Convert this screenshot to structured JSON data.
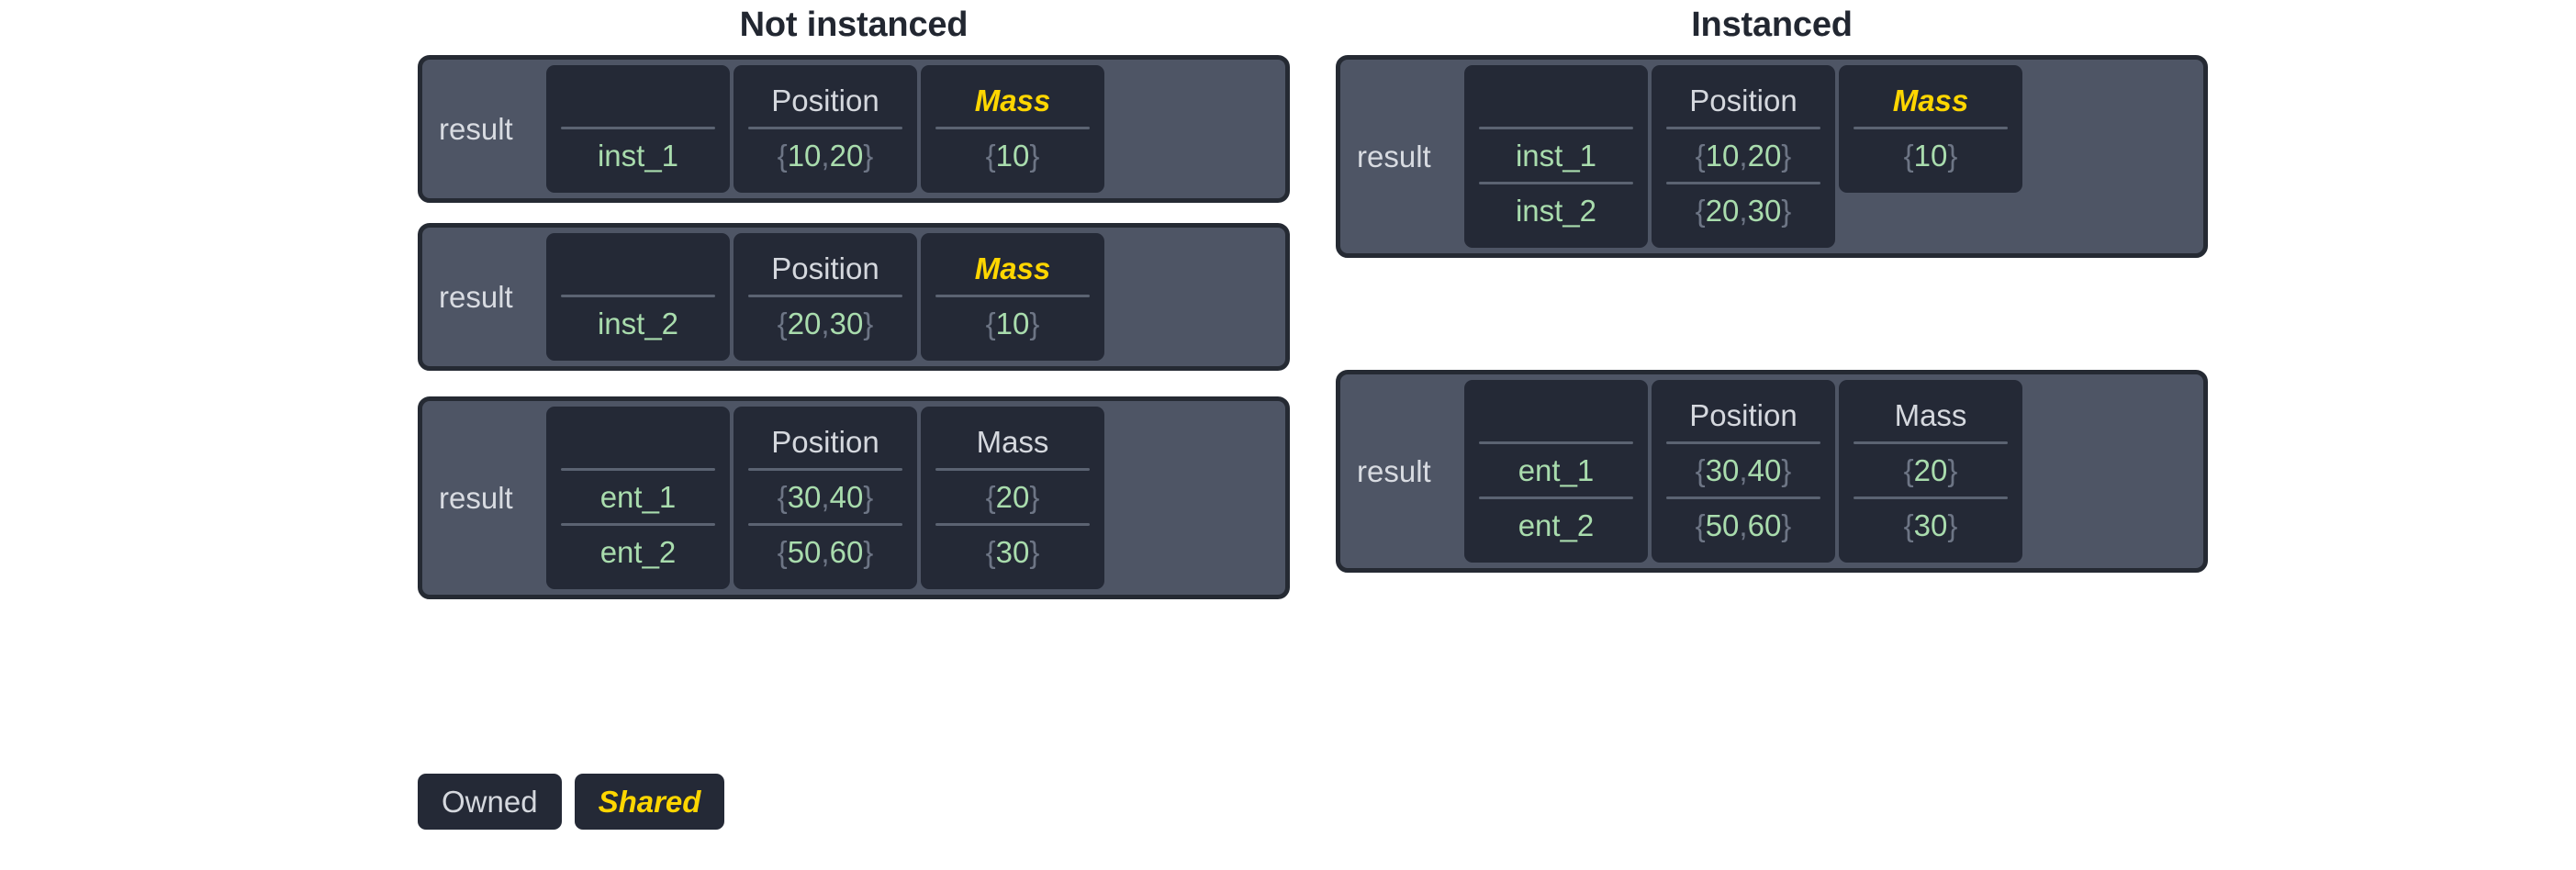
{
  "legend": {
    "owned_label": "Owned",
    "shared_label": "Shared",
    "owned_color": "#d5d8de",
    "shared_color": "#ffd600"
  },
  "colors": {
    "panel_background": "#4e5565",
    "panel_border": "#252a33",
    "cell_background": "#242936",
    "value_text": "#a9dcad",
    "brace_text": "#6d7585",
    "header_text": "#d5d8de",
    "shared_text": "#ffd600",
    "title_text": "#222731"
  },
  "columns": [
    {
      "title": "Not instanced",
      "panels": [
        {
          "result_label": "result",
          "name_header": "",
          "fields": [
            {
              "header": "Position",
              "shared": false
            },
            {
              "header": "Mass",
              "shared": true
            }
          ],
          "rows": [
            {
              "name": "inst_1",
              "values": [
                "{10, 20}",
                "{10}"
              ]
            }
          ],
          "mass_rows": 1
        },
        {
          "result_label": "result",
          "name_header": "",
          "fields": [
            {
              "header": "Position",
              "shared": false
            },
            {
              "header": "Mass",
              "shared": true
            }
          ],
          "rows": [
            {
              "name": "inst_2",
              "values": [
                "{20, 30}",
                "{10}"
              ]
            }
          ],
          "mass_rows": 1
        },
        {
          "result_label": "result",
          "name_header": "",
          "fields": [
            {
              "header": "Position",
              "shared": false
            },
            {
              "header": "Mass",
              "shared": false
            }
          ],
          "rows": [
            {
              "name": "ent_1",
              "values": [
                "{30, 40}",
                "{20}"
              ]
            },
            {
              "name": "ent_2",
              "values": [
                "{50, 60}",
                "{30}"
              ]
            }
          ],
          "mass_rows": 2
        }
      ]
    },
    {
      "title": "Instanced",
      "panels": [
        {
          "result_label": "result",
          "name_header": "",
          "fields": [
            {
              "header": "Position",
              "shared": false
            },
            {
              "header": "Mass",
              "shared": true
            }
          ],
          "rows": [
            {
              "name": "inst_1",
              "values": [
                "{10, 20}",
                "{10}"
              ]
            },
            {
              "name": "inst_2",
              "values": [
                "{20, 30}",
                ""
              ]
            }
          ],
          "mass_rows": 1
        },
        {
          "result_label": "result",
          "name_header": "",
          "fields": [
            {
              "header": "Position",
              "shared": false
            },
            {
              "header": "Mass",
              "shared": false
            }
          ],
          "rows": [
            {
              "name": "ent_1",
              "values": [
                "{30, 40}",
                "{20}"
              ]
            },
            {
              "name": "ent_2",
              "values": [
                "{50, 60}",
                "{30}"
              ]
            }
          ],
          "mass_rows": 2
        }
      ]
    }
  ]
}
